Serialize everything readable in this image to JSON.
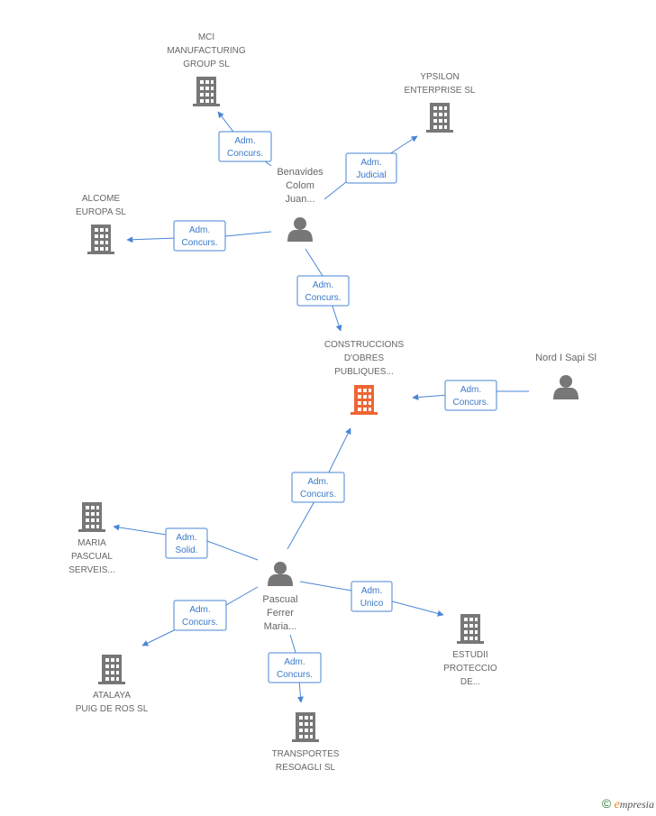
{
  "colors": {
    "edge": "#4a86d4",
    "company": "#777777",
    "focus_company": "#ef6532",
    "person": "#777777"
  },
  "nodes": [
    {
      "id": "mci",
      "type": "company",
      "icon": "building-icon",
      "label": [
        "MCI",
        "MANUFACTURING",
        "GROUP SL"
      ]
    },
    {
      "id": "ypsilon",
      "type": "company",
      "icon": "building-icon",
      "label": [
        "YPSILON",
        "ENTERPRISE SL"
      ]
    },
    {
      "id": "alcome",
      "type": "company",
      "icon": "building-icon",
      "label": [
        "ALCOME",
        "EUROPA SL"
      ]
    },
    {
      "id": "benavides",
      "type": "person",
      "icon": "person-icon",
      "label": [
        "Benavides",
        "Colom",
        "Juan..."
      ]
    },
    {
      "id": "construccions",
      "type": "company",
      "focus": true,
      "icon": "building-icon",
      "label": [
        "CONSTRUCCIONS",
        "D'OBRES",
        "PUBLIQUES..."
      ]
    },
    {
      "id": "nordisapi",
      "type": "person",
      "icon": "person-icon",
      "label": [
        "Nord I Sapi Sl"
      ]
    },
    {
      "id": "maria",
      "type": "company",
      "icon": "building-icon",
      "label": [
        "MARIA",
        "PASCUAL",
        "SERVEIS..."
      ]
    },
    {
      "id": "pascual",
      "type": "person",
      "icon": "person-icon",
      "label": [
        "Pascual",
        "Ferrer",
        "Maria..."
      ]
    },
    {
      "id": "estudii",
      "type": "company",
      "icon": "building-icon",
      "label": [
        "ESTUDII",
        "PROTECCIO",
        "DE..."
      ]
    },
    {
      "id": "atalaya",
      "type": "company",
      "icon": "building-icon",
      "label": [
        "ATALAYA",
        "PUIG DE ROS SL"
      ]
    },
    {
      "id": "transportes",
      "type": "company",
      "icon": "building-icon",
      "label": [
        "TRANSPORTES",
        "RESOAGLI SL"
      ]
    }
  ],
  "edges": [
    {
      "from": "benavides",
      "to": "mci",
      "label": [
        "Adm.",
        "Concurs."
      ]
    },
    {
      "from": "benavides",
      "to": "ypsilon",
      "label": [
        "Adm.",
        "Judicial"
      ]
    },
    {
      "from": "benavides",
      "to": "alcome",
      "label": [
        "Adm.",
        "Concurs."
      ]
    },
    {
      "from": "benavides",
      "to": "construccions",
      "label": [
        "Adm.",
        "Concurs."
      ]
    },
    {
      "from": "nordisapi",
      "to": "construccions",
      "label": [
        "Adm.",
        "Concurs."
      ]
    },
    {
      "from": "pascual",
      "to": "construccions",
      "label": [
        "Adm.",
        "Concurs."
      ]
    },
    {
      "from": "pascual",
      "to": "maria",
      "label": [
        "Adm.",
        "Solid."
      ]
    },
    {
      "from": "pascual",
      "to": "estudii",
      "label": [
        "Adm.",
        "Unico"
      ]
    },
    {
      "from": "pascual",
      "to": "atalaya",
      "label": [
        "Adm.",
        "Concurs."
      ]
    },
    {
      "from": "pascual",
      "to": "transportes",
      "label": [
        "Adm.",
        "Concurs."
      ]
    }
  ],
  "brand": {
    "copyright": "©",
    "e": "e",
    "rest": "mpresia"
  }
}
